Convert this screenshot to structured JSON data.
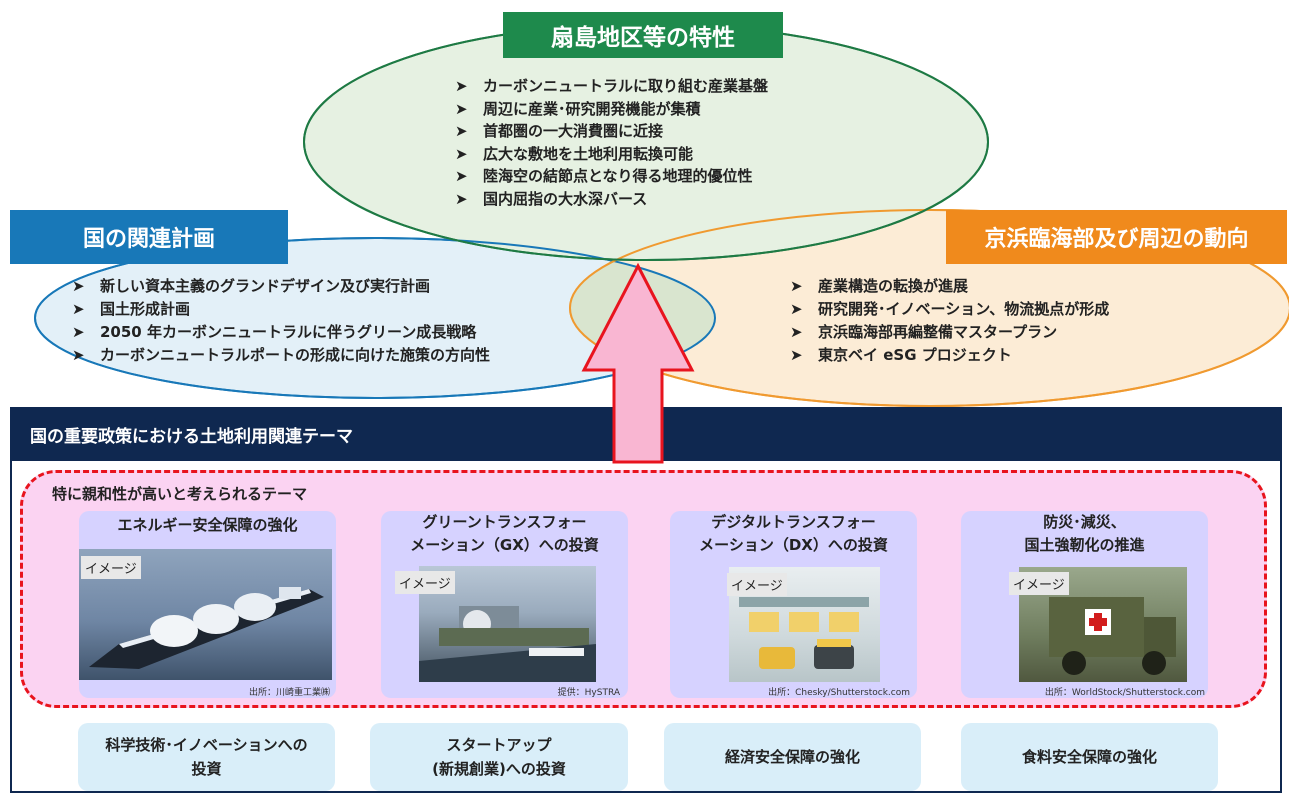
{
  "top": {
    "title": "扇島地区等の特性",
    "items": [
      "カーボンニュートラルに取り組む産業基盤",
      "周辺に産業･研究開発機能が集積",
      "首都圏の一大消費圏に近接",
      "広大な敷地を土地利用転換可能",
      "陸海空の結節点となり得る地理的優位性",
      "国内屈指の大水深バース"
    ]
  },
  "left": {
    "title": "国の関連計画",
    "items": [
      "新しい資本主義のグランドデザイン及び実行計画",
      "国土形成計画",
      "2050 年カーボンニュートラルに伴うグリーン成長戦略",
      "カーボンニュートラルポートの形成に向けた施策の方向性"
    ]
  },
  "right": {
    "title": "京浜臨海部及び周辺の動向",
    "items": [
      "産業構造の転換が進展",
      "研究開発･イノベーション、物流拠点が形成",
      "京浜臨海部再編整備マスタープラン",
      "東京ベイ eSG プロジェクト"
    ]
  },
  "bullet_symbol": "➤",
  "policy": {
    "header": "国の重要政策における土地利用関連テーマ",
    "affinity_title": "特に親和性が高いと考えられるテーマ",
    "image_label": "イメージ",
    "cards": [
      {
        "title": "エネルギー安全保障の強化",
        "credit": "出所：川崎重工業㈱"
      },
      {
        "title": "グリーントランスフォー\nメーション（GX）への投資",
        "credit": "提供：HySTRA"
      },
      {
        "title": "デジタルトランスフォー\nメーション（DX）への投資",
        "credit": "出所：Chesky/Shutterstock.com"
      },
      {
        "title": "防災･減災、\n国土強靭化の推進",
        "credit": "出所：WorldStock/Shutterstock.com"
      }
    ],
    "bottom": [
      "科学技術･イノベーションへの\n投資",
      "スタートアップ\n(新規創業)への投資",
      "経済安全保障の強化",
      "食料安全保障の強化"
    ]
  },
  "colors": {
    "green_title": "#1e8a4c",
    "blue_title": "#1878b8",
    "orange_title": "#f08a1c",
    "navy": "#0f2850",
    "arrow_fill": "#f9b6d2",
    "arrow_stroke": "#e8141e",
    "affinity_bg": "#fbd3f2"
  }
}
